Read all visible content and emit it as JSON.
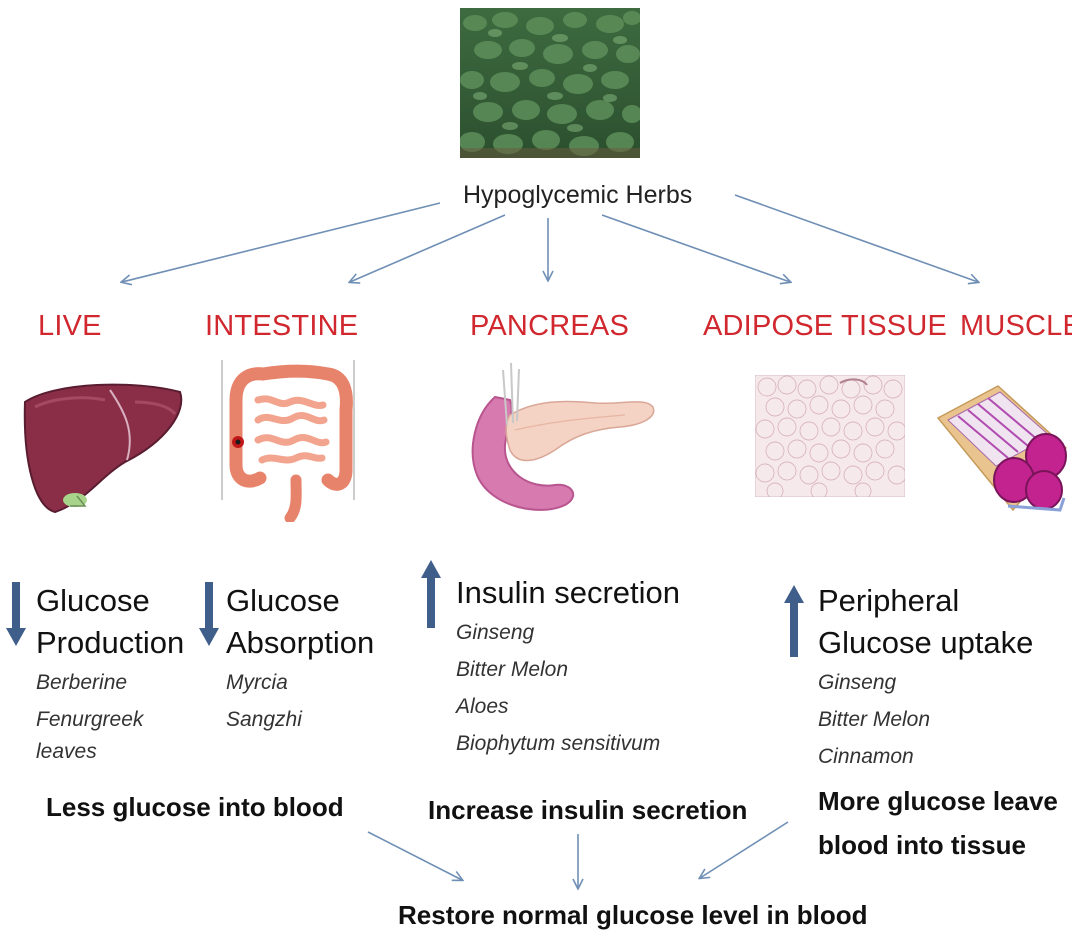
{
  "center": {
    "title": "Hypoglycemic Herbs",
    "image": "herb-field-photo"
  },
  "organs": [
    {
      "label": "LIVE",
      "icon": "liver-icon"
    },
    {
      "label": "INTESTINE",
      "icon": "intestine-icon"
    },
    {
      "label": "PANCREAS",
      "icon": "pancreas-icon"
    },
    {
      "label": "ADIPOSE TISSUE",
      "icon": "adipose-tissue-icon"
    },
    {
      "label": "MUSCLE",
      "icon": "muscle-icon"
    }
  ],
  "effects": [
    {
      "direction": "down",
      "lines": [
        "Glucose",
        "Production"
      ],
      "herbs": [
        "Berberine",
        "Fenurgreek",
        "leaves"
      ]
    },
    {
      "direction": "down",
      "lines": [
        "Glucose",
        "Absorption"
      ],
      "herbs": [
        "Myrcia",
        "Sangzhi"
      ]
    },
    {
      "direction": "up",
      "lines": [
        "Insulin secretion"
      ],
      "herbs": [
        "Ginseng",
        "Bitter Melon",
        "Aloes",
        "Biophytum sensitivum"
      ]
    },
    {
      "direction": "up",
      "lines": [
        "Peripheral",
        "Glucose uptake"
      ],
      "herbs": [
        "Ginseng",
        "Bitter Melon",
        "Cinnamon"
      ]
    }
  ],
  "summaries": {
    "left": "Less glucose into blood",
    "middle": "Increase insulin secretion",
    "right_line1": "More glucose leave",
    "right_line2": "blood into tissue"
  },
  "conclusion": "Restore normal glucose level in blood",
  "colors": {
    "organ_label": "#d0282e",
    "connector_arrow": "#6f8fb5",
    "direction_arrow": "#3f5f8a"
  }
}
